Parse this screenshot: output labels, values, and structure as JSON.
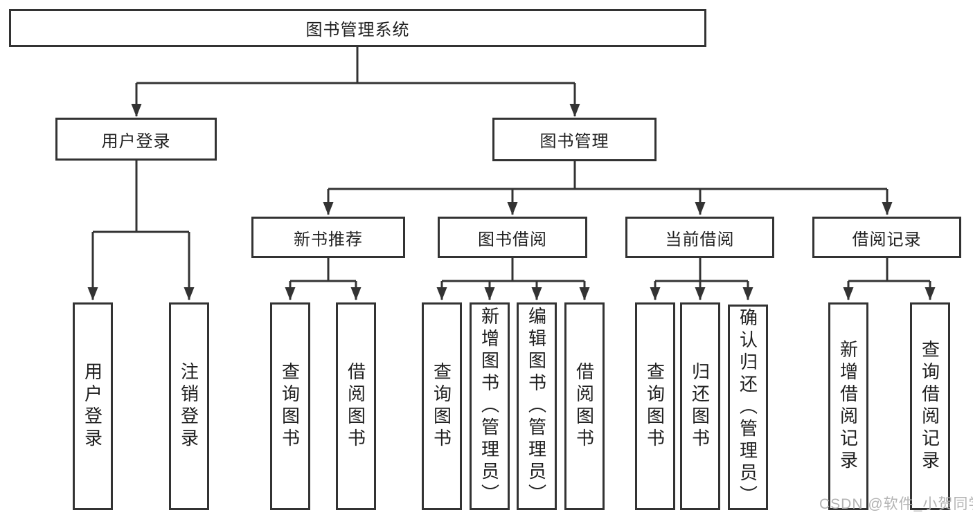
{
  "tree": {
    "label": "图书管理系统",
    "children": [
      {
        "label": "用户登录",
        "children": [
          {
            "label": "用户登录"
          },
          {
            "label": "注销登录"
          }
        ]
      },
      {
        "label": "图书管理",
        "children": [
          {
            "label": "新书推荐",
            "children": [
              {
                "label": "查询图书"
              },
              {
                "label": "借阅图书"
              }
            ]
          },
          {
            "label": "图书借阅",
            "children": [
              {
                "label": "查询图书"
              },
              {
                "label": "新增图书（管理员）"
              },
              {
                "label": "编辑图书（管理员）"
              },
              {
                "label": "借阅图书"
              }
            ]
          },
          {
            "label": "当前借阅",
            "children": [
              {
                "label": "查询图书"
              },
              {
                "label": "归还图书"
              },
              {
                "label": "确认归还（管理员）"
              }
            ]
          },
          {
            "label": "借阅记录",
            "children": [
              {
                "label": "新增借阅记录"
              },
              {
                "label": "查询借阅记录"
              }
            ]
          }
        ]
      }
    ]
  },
  "watermark": {
    "text": "CSDN @软件_小贺同学"
  },
  "colors": {
    "line": "#333333",
    "box_border": "#333333",
    "box_bg": "#ffffff",
    "text": "#1f1f1f",
    "watermark": "#b3b3b3"
  }
}
